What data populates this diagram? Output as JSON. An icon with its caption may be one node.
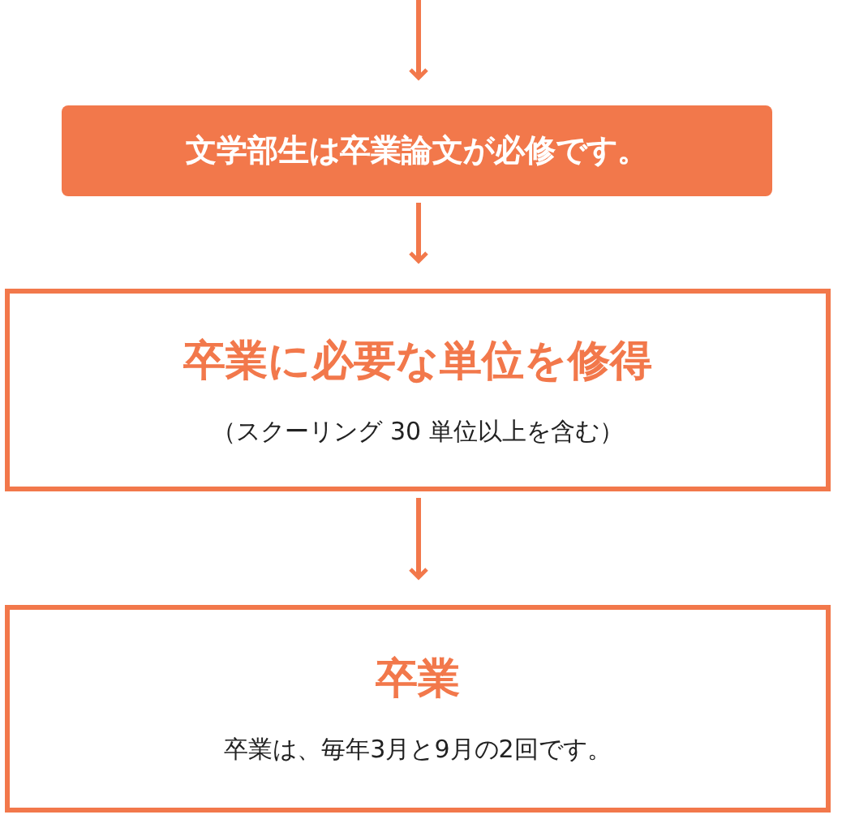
{
  "diagram": {
    "nodes": [
      {
        "text": [
          "文学部生は卒業論文が必修です。"
        ]
      },
      {
        "text": [
          "卒業に必要な単位を修得",
          "（スクーリング 30 単位以上を含む）"
        ]
      },
      {
        "text": [
          "卒業",
          "卒業は、毎年3月と9月の2回です。"
        ]
      }
    ],
    "edges": [
      {
        "from": null,
        "to": 0,
        "arrow": "to"
      },
      {
        "from": 0,
        "to": 1,
        "arrow": "to"
      },
      {
        "from": 1,
        "to": 2,
        "arrow": "to"
      }
    ]
  }
}
